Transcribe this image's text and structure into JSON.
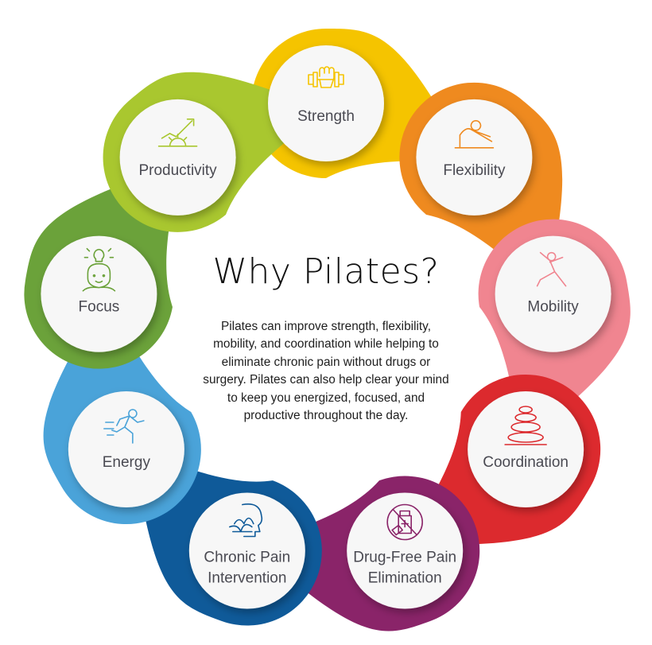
{
  "title": "Why Pilates?",
  "description": "Pilates can improve strength, flexibility, mobility, and coordination while helping to eliminate chronic pain without drugs or surgery. Pilates can also help clear your mind to keep you energized, focused, and productive throughout the day.",
  "benefits": [
    {
      "label": "Strength",
      "color": "#f5c400",
      "icon": "dumbbell-fist-icon"
    },
    {
      "label": "Flexibility",
      "color": "#ef8a1f",
      "icon": "seated-stretch-icon"
    },
    {
      "label": "Mobility",
      "color": "#f08590",
      "icon": "lunge-pose-icon"
    },
    {
      "label": "Coordination",
      "color": "#dc2a2e",
      "icon": "stacked-stones-icon"
    },
    {
      "label": "Drug-Free Pain Elimination",
      "lines": [
        "Drug-Free Pain",
        "Elimination"
      ],
      "color": "#8a2469",
      "icon": "no-pills-icon"
    },
    {
      "label": "Chronic Pain Intervention",
      "lines": [
        "Chronic Pain",
        "Intervention"
      ],
      "color": "#0f5a99",
      "icon": "lotus-head-icon"
    },
    {
      "label": "Energy",
      "color": "#4aa3d9",
      "icon": "running-person-icon"
    },
    {
      "label": "Focus",
      "color": "#6ba23a",
      "icon": "lightbulb-head-icon"
    },
    {
      "label": "Productivity",
      "color": "#a9c72f",
      "icon": "growth-gear-icon"
    }
  ]
}
